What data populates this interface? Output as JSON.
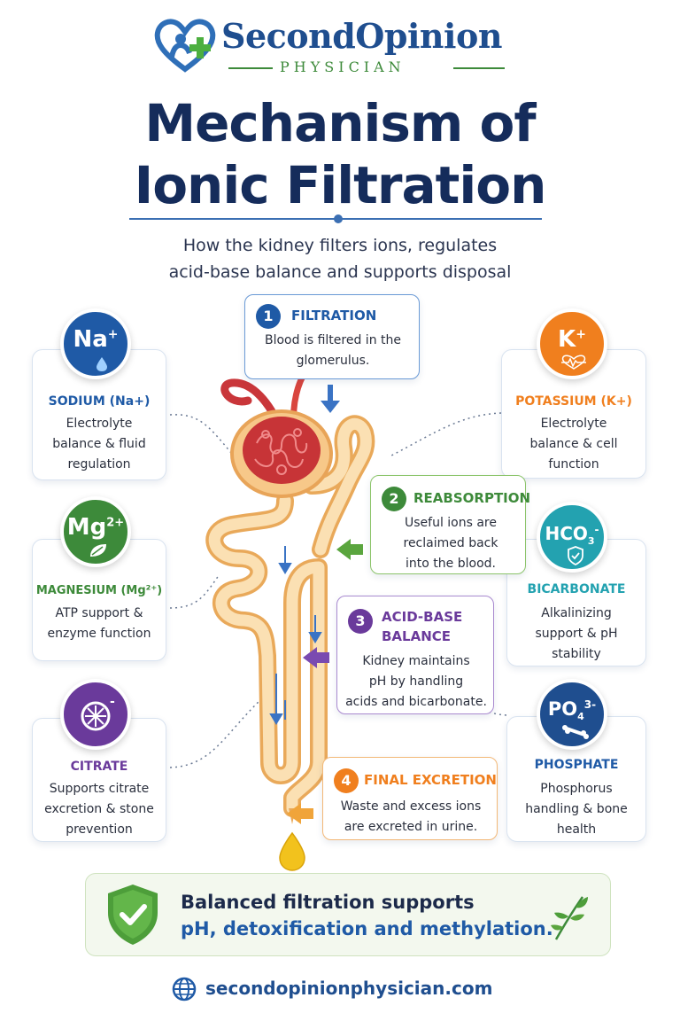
{
  "brand": {
    "name": "SecondOpinion",
    "sub": "PHYSICIAN"
  },
  "title_line1": "Mechanism of",
  "title_line2": "Ionic Filtration",
  "subtitle_line1": "How the kidney filters ions, regulates",
  "subtitle_line2": "acid-base balance and supports disposal",
  "colors": {
    "navy": "#152c5b",
    "blue": "#1f5aa6",
    "green": "#3d8a3a",
    "orange": "#f07f1e",
    "teal": "#23a2b0",
    "purple": "#6a3a9b"
  },
  "ions": {
    "sodium": {
      "symbol": "Na",
      "sup": "+",
      "title": "SODIUM (Na+)",
      "text": [
        "Electrolyte",
        "balance & fluid",
        "regulation"
      ],
      "icon": "water-drop-icon"
    },
    "magnesium": {
      "symbol": "Mg",
      "sup": "2+",
      "title": "MAGNESIUM (Mg²⁺)",
      "text": [
        "ATP support &",
        "enzyme function"
      ],
      "icon": "leaf-icon"
    },
    "citrate": {
      "symbol": "",
      "sup": "-",
      "title": "CITRATE",
      "text": [
        "Supports citrate",
        "excretion & stone",
        "prevention"
      ],
      "icon": "citrus-slice-icon"
    },
    "potassium": {
      "symbol": "K",
      "sup": "+",
      "title": "POTASSIUM (K+)",
      "text": [
        "Electrolyte",
        "balance & cell",
        "function"
      ],
      "icon": "heartbeat-icon"
    },
    "bicarbonate": {
      "symbol": "HCO",
      "sub": "3",
      "sup": "-",
      "title": "BICARBONATE",
      "text": [
        "Alkalinizing",
        "support & pH",
        "stability"
      ],
      "icon": "shield-icon"
    },
    "phosphate": {
      "symbol": "PO",
      "sub": "4",
      "sup": "3-",
      "title": "PHOSPHATE",
      "text": [
        "Phosphorus",
        "handling & bone",
        "health"
      ],
      "icon": "bone-icon"
    }
  },
  "steps": {
    "s1": {
      "num": "1",
      "title": "FILTRATION",
      "text": [
        "Blood is filtered in the",
        "glomerulus."
      ]
    },
    "s2": {
      "num": "2",
      "title": "REABSORPTION",
      "text": [
        "Useful ions are",
        "reclaimed back",
        "into the blood."
      ]
    },
    "s3": {
      "num": "3",
      "title_1": "ACID-BASE",
      "title_2": "BALANCE",
      "text": [
        "Kidney maintains",
        "pH by handling",
        "acids and bicarbonate."
      ]
    },
    "s4": {
      "num": "4",
      "title": "FINAL EXCRETION",
      "text": [
        "Waste and excess ions",
        "are excreted in urine."
      ]
    }
  },
  "banner": {
    "line1": "Balanced filtration supports",
    "line2": "pH, detoxification and methylation."
  },
  "website": "secondopinionphysician.com"
}
